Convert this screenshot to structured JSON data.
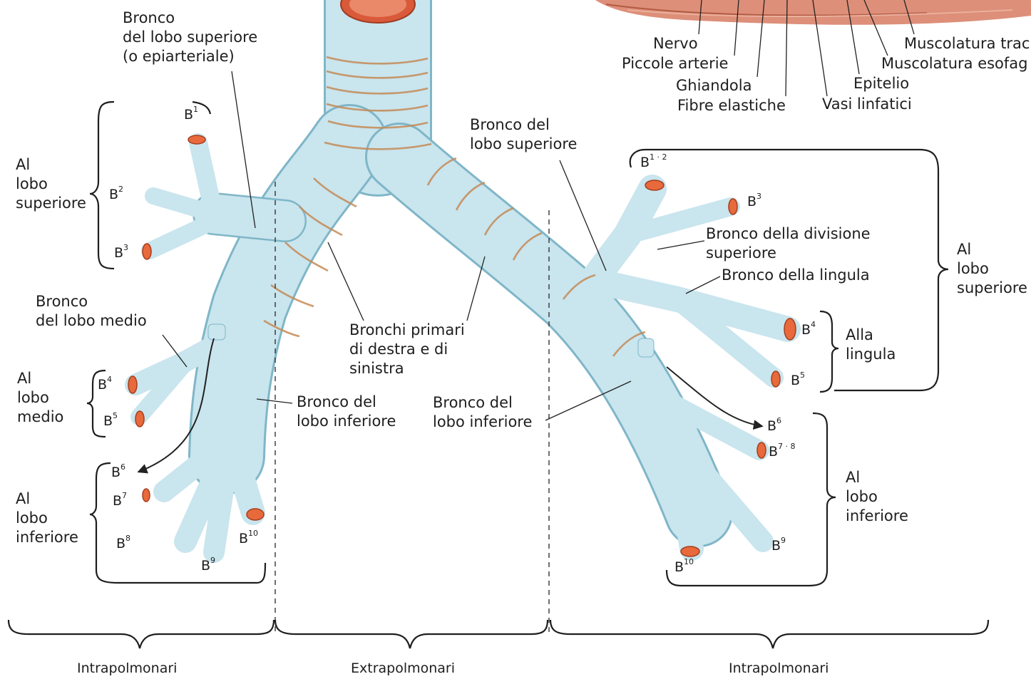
{
  "labels": {
    "bronco_lobo_sup_dx": "Bronco\ndel lobo superiore\n(o epiarteriale)",
    "al_lobo_superiore_dx": "Al\nlobo\nsuperiore",
    "bronco_lobo_medio": "Bronco\ndel lobo medio",
    "al_lobo_medio": "Al\nlobo\nmedio",
    "al_lobo_inferiore_dx": "Al\nlobo\ninferiore",
    "bronchi_primari": "Bronchi primari\ndi destra e di\nsinistra",
    "bronco_lobo_inf_dx": "Bronco del\nlobo inferiore",
    "bronco_lobo_inf_sx": "Bronco del\nlobo inferiore",
    "bronco_lobo_sup_sx": "Bronco del\nlobo superiore",
    "bronco_divisione_superiore": "Bronco della divisione\nsuperiore",
    "bronco_lingula": "Bronco della lingula",
    "al_lobo_superiore_sx": "Al\nlobo\nsuperiore",
    "alla_lingula": "Alla\nlingula",
    "al_lobo_inferiore_sx": "Al\nlobo\ninferiore",
    "nervo": "Nervo",
    "piccole_arterie": "Piccole arterie",
    "ghiandola": "Ghiandola",
    "fibre_elastiche": "Fibre elastiche",
    "epitelio": "Epitelio",
    "vasi_linfatici": "Vasi linfatici",
    "muscolatura_trac": "Muscolatura trac",
    "muscolatura_esofag": "Muscolatura esofag",
    "intrapolmonari_left": "Intrapolmonari",
    "extrapolmonari": "Extrapolmonari",
    "intrapolmonari_right": "Intrapolmonari"
  },
  "segments_right": {
    "b1": {
      "base": "B",
      "sup": "1"
    },
    "b2": {
      "base": "B",
      "sup": "2"
    },
    "b3": {
      "base": "B",
      "sup": "3"
    },
    "b4": {
      "base": "B",
      "sup": "4"
    },
    "b5": {
      "base": "B",
      "sup": "5"
    },
    "b6": {
      "base": "B",
      "sup": "6"
    },
    "b7": {
      "base": "B",
      "sup": "7"
    },
    "b8": {
      "base": "B",
      "sup": "8"
    },
    "b9": {
      "base": "B",
      "sup": "9"
    },
    "b10": {
      "base": "B",
      "sup": "10"
    }
  },
  "segments_left": {
    "b12": {
      "base": "B",
      "sup": "1 · 2"
    },
    "b3": {
      "base": "B",
      "sup": "3"
    },
    "b4": {
      "base": "B",
      "sup": "4"
    },
    "b5": {
      "base": "B",
      "sup": "5"
    },
    "b6": {
      "base": "B",
      "sup": "6"
    },
    "b78": {
      "base": "B",
      "sup": "7 · 8"
    },
    "b9": {
      "base": "B",
      "sup": "9"
    },
    "b10": {
      "base": "B",
      "sup": "10"
    }
  },
  "colors": {
    "bronchus": "#c9e5ee",
    "cartilage_ring": "#c48a55",
    "cut_end": "#e86a3c",
    "tissue": "#d9836a"
  }
}
